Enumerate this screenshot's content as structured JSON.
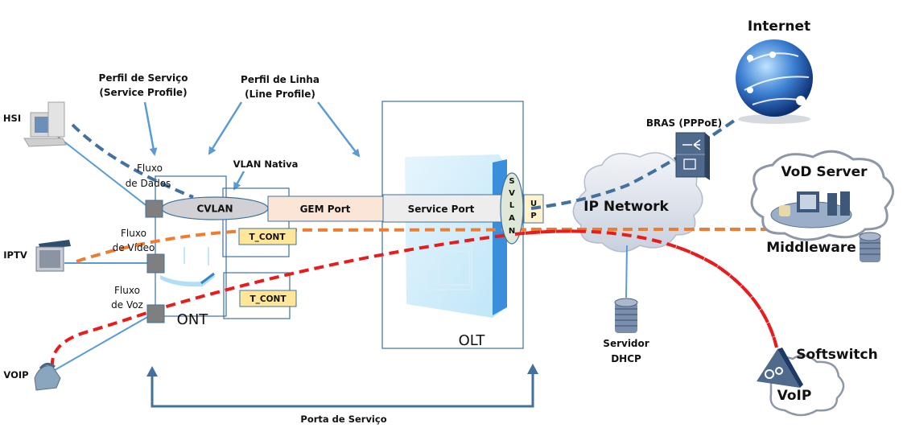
{
  "title_labels": {
    "service_profile_line1": "Perfil de Serviço",
    "service_profile_line2": "(Service Profile)",
    "line_profile_line1": "Perfil de Linha",
    "line_profile_line2": "(Line Profile)",
    "native_vlan": "VLAN Nativa"
  },
  "clients": {
    "hsi": "HSI",
    "iptv": "IPTV",
    "voip": "VOIP"
  },
  "flows": {
    "data_line1": "Fluxo",
    "data_line2": "de Dados",
    "video_line1": "Fluxo",
    "video_line2": "de Vídeo",
    "voice_line1": "Fluxo",
    "voice_line2": "de Voz"
  },
  "ont": {
    "label": "ONT",
    "cvlan": "CVLAN",
    "tcont_1": "T_CONT",
    "tcont_2": "T_CONT"
  },
  "gem_port": "GEM Port",
  "olt": {
    "label": "OLT",
    "service_port": "Service Port",
    "svlan_letters": [
      "S",
      "V",
      "L",
      "A",
      "N"
    ],
    "up_letters": [
      "U",
      "P"
    ]
  },
  "network": {
    "ip_network": "IP Network",
    "internet": "Internet",
    "bras": "BRAS (PPPoE)",
    "vod_server": "VoD Server",
    "middleware": "Middleware",
    "dhcp_line1": "Servidor",
    "dhcp_line2": "DHCP",
    "softswitch": "Softswitch",
    "voip": "VoIP"
  },
  "service_port_bracket": "Porta de Serviço",
  "colors": {
    "data_flow": "#41719c",
    "video_flow": "#ed7d31",
    "voice_flow": "#e81c1c",
    "arrow_blue": "#5b9bd5",
    "box_border": "#41719c",
    "tcont_fill": "#ffe699",
    "gem_fill": "#fbe5d6",
    "service_port_fill": "#ededed",
    "cvlan_fill": "#d0d0d5",
    "port_square": "#7f7f7f"
  }
}
